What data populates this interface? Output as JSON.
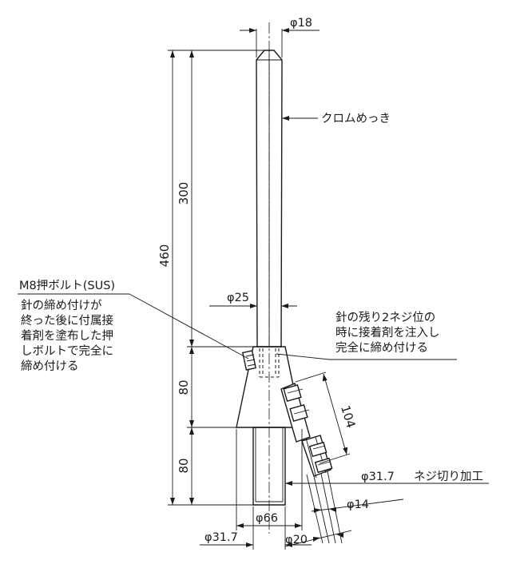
{
  "dimensions": {
    "tip_diameter": "φ18",
    "total_length": "460",
    "rod_length": "300",
    "cone_length": "80",
    "thread_length": "80",
    "rod_base_diameter": "φ25",
    "bracket_length": "104",
    "cone_base_diameter": "φ66",
    "thread_diameter_bottom": "φ31.7",
    "bracket_pipe_diameter": "φ20",
    "bracket_rod_diameter": "φ14"
  },
  "callouts": {
    "plating": "クロムめっき",
    "bolt_title": "M8押ボルト(SUS)",
    "bolt_note": [
      "針の締め付けが",
      "終った後に付属接",
      "着剤を塗布した押",
      "しボルトで完全に",
      "締め付ける"
    ],
    "adhesive_note": [
      "針の残り2ネジ位の",
      "時に接着剤を注入し",
      "完全に締め付ける"
    ],
    "thread_note_diameter": "φ31.7",
    "thread_note_text": "ネジ切り加工"
  }
}
